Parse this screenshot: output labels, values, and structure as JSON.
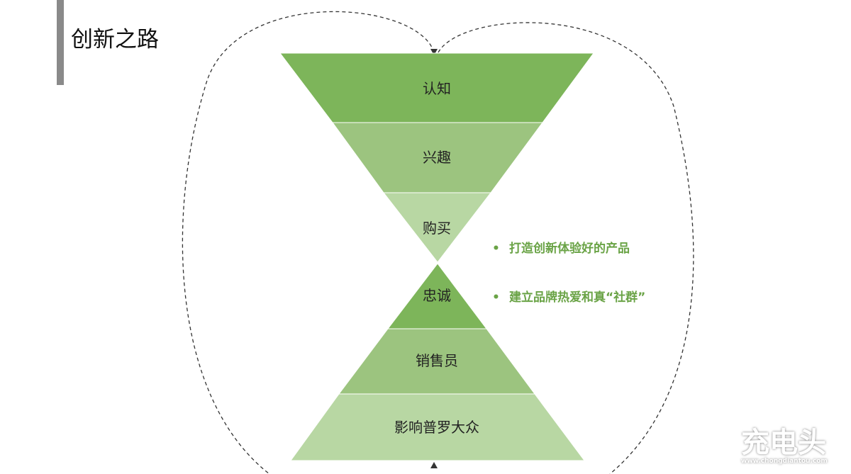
{
  "title": "创新之路",
  "funnel_top": [
    "认知",
    "兴趣",
    "购买"
  ],
  "funnel_bottom": [
    "忠诚",
    "销售员",
    "影响普罗大众"
  ],
  "bullets": [
    "打造创新体验好的产品",
    "建立品牌热爱和真“社群”"
  ],
  "colors": {
    "dark": "#7db55a",
    "mid": "#9cc47f",
    "light": "#b8d7a3",
    "accent": "#6aa346"
  },
  "watermark": {
    "logo": "充电头",
    "url": "www.chongdiantou.com"
  }
}
